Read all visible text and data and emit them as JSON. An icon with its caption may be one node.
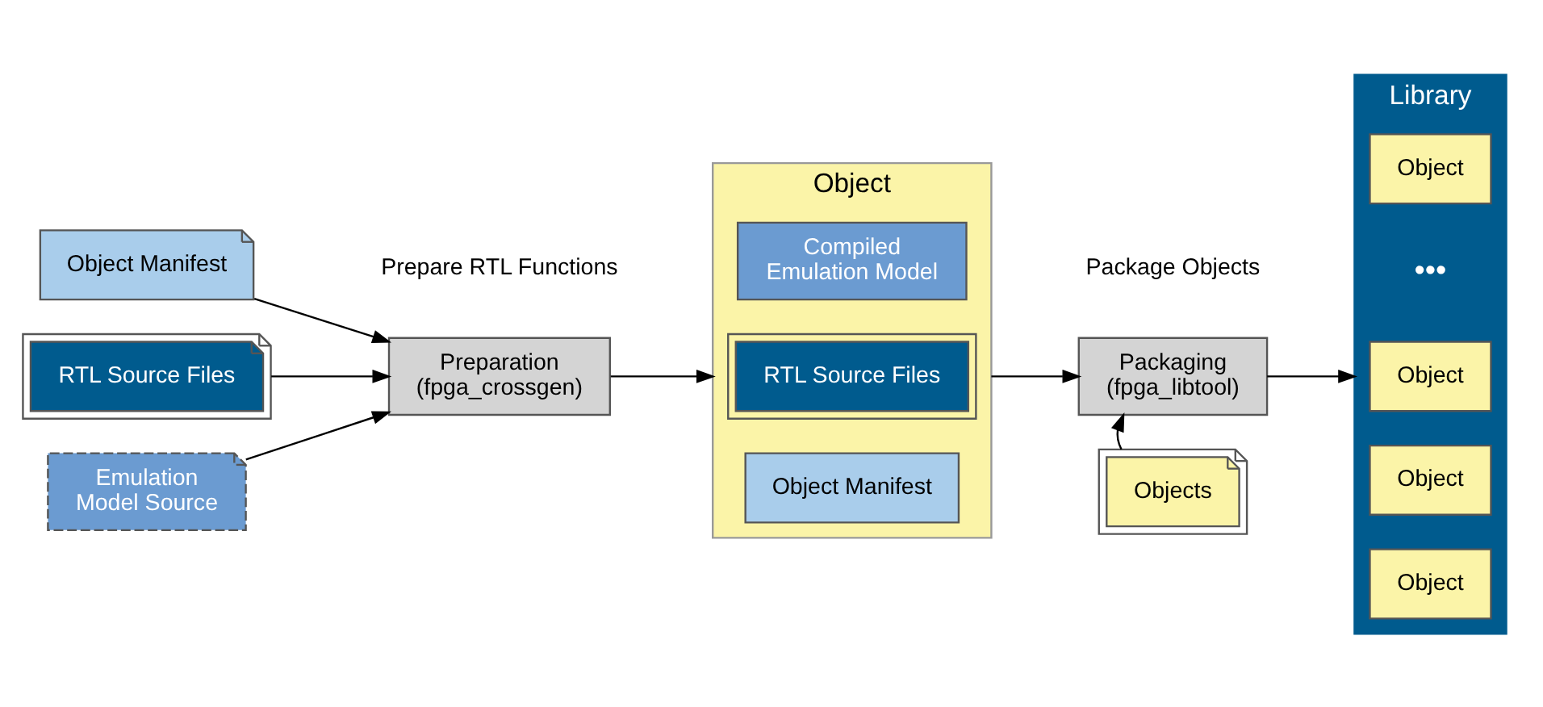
{
  "diagram": {
    "nodes": [
      {
        "text": [
          "Object Manifest"
        ]
      },
      {
        "text": [
          "RTL Source Files"
        ]
      },
      {
        "text": [
          "Emulation Model Source"
        ]
      },
      {
        "text": [
          "Preparation (fpga_crossgen)"
        ]
      },
      {
        "text": [
          "Object"
        ]
      },
      {
        "text": [
          "Object Manifest"
        ],
        "in": 4
      },
      {
        "text": [
          "RTL Source Files"
        ],
        "in": 4
      },
      {
        "text": [
          "Compiled Emulation Model"
        ],
        "in": 4
      },
      {
        "text": [
          "Packaging (fpga_libtool)"
        ]
      },
      {
        "text": [
          "Objects"
        ]
      },
      {
        "text": [
          "Library"
        ]
      },
      {
        "text": [
          "Object"
        ],
        "in": 10
      },
      {
        "text": [
          "Object"
        ],
        "in": 10
      },
      {
        "text": [
          "Object"
        ],
        "in": 10
      },
      {
        "text": [
          "Object"
        ],
        "in": 10
      }
    ],
    "edges": [
      {
        "from": 0,
        "to": 3,
        "arrow": "to"
      },
      {
        "from": 1,
        "to": 3,
        "arrow": "to"
      },
      {
        "from": 2,
        "to": 3,
        "arrow": "to"
      },
      {
        "from": 3,
        "to": 4,
        "arrow": "to"
      },
      {
        "from": 4,
        "to": 8,
        "arrow": "to"
      },
      {
        "from": 9,
        "to": 8,
        "arrow": "to"
      },
      {
        "from": 8,
        "to": 10,
        "arrow": "to"
      }
    ],
    "labels": [
      "Prepare RTL Functions",
      "Package Objects",
      "•••"
    ]
  }
}
